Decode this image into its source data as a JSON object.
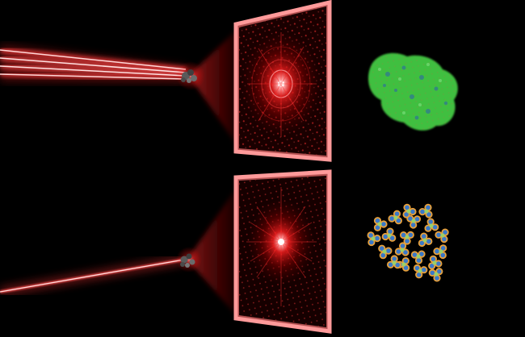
{
  "image": {
    "description_tags": [
      "laser-beams",
      "diffraction-patterns",
      "molecules"
    ],
    "colors": {
      "background": "#000000",
      "beam": "#ff2a2a",
      "beam_core": "#ffd0d0",
      "panel_frame": "#ff8c8c",
      "panel_fill": "#2a0000",
      "diffraction": "#ff1a1a",
      "protein_green": "#3fbf3f",
      "protein_blue": "#2a5fb0",
      "cluster_orange": "#e8a03a",
      "cluster_blue": "#3a78c8"
    },
    "icons": {
      "upper_sample": "protein-particle-icon",
      "lower_sample": "protein-particle-icon",
      "upper_structure": "green-protein-blob-icon",
      "lower_structure": "molecule-cluster-icon"
    }
  }
}
